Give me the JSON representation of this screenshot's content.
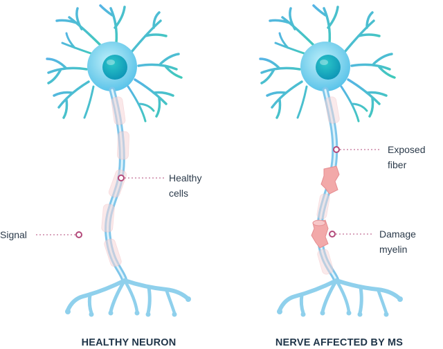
{
  "left_neuron": {
    "title": "HEALTHY NEURON",
    "labels": {
      "healthy_cells": [
        "Healthy",
        "cells"
      ],
      "signal": "Signal"
    }
  },
  "right_neuron": {
    "title": "NERVE AFFECTED BY MS",
    "labels": {
      "exposed_fiber": [
        "Exposed",
        "fiber"
      ],
      "damage_myelin": [
        "Damage",
        "myelin"
      ]
    }
  },
  "colors": {
    "axon": "#8fd0ec",
    "axon_highlight": "#dff3fb",
    "soma_outer": "#7fd3ee",
    "nucleus": "#1fb5c6",
    "dendrite_teal": "#3fc9b9",
    "dendrite_blue": "#57b4e6",
    "myelin_healthy": "#f7d6d8",
    "myelin_damaged": "#f2a9a9",
    "marker": "#b3497a",
    "text": "#2b3a4a"
  }
}
